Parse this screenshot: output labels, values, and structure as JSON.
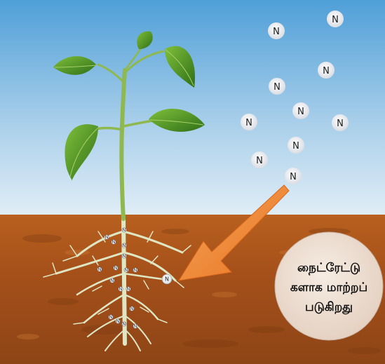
{
  "atom_label": "N",
  "root_atom_label": "N",
  "callout": {
    "lines": [
      "நைட்ரேட்டு",
      "களாக மாற்றப்",
      "படுகிறது"
    ]
  },
  "colors": {
    "sky_top": "#5aa7dc",
    "sky_bottom": "#dcebf6",
    "soil": "#a9521c",
    "arrow": "#f08a3c",
    "stem": "#8db24a",
    "leaf": "#3f8a1f",
    "bubble": "#efe0d4"
  }
}
